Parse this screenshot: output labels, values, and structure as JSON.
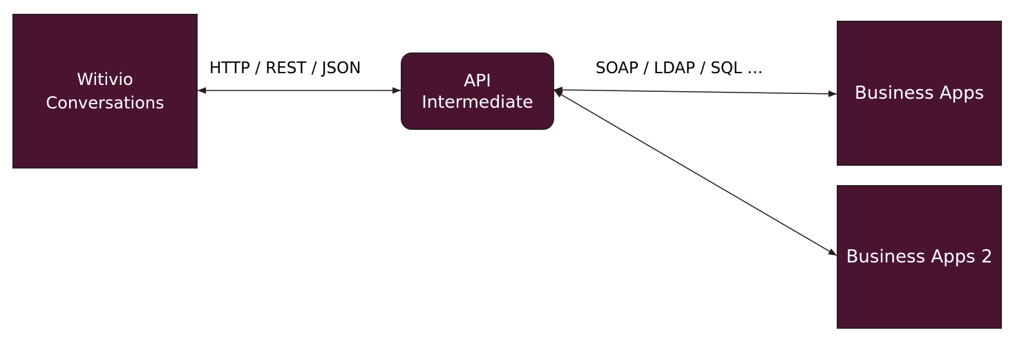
{
  "colors": {
    "node_fill": "#4a1431",
    "connector": "#2a1a22"
  },
  "nodes": {
    "witivio": "Witivio\nConversations",
    "api": "API\nIntermediate",
    "business_apps": "Business Apps",
    "business_apps_2": "Business Apps 2"
  },
  "edges": {
    "http": "HTTP / REST / JSON",
    "soap": "SOAP / LDAP / SQL …"
  }
}
